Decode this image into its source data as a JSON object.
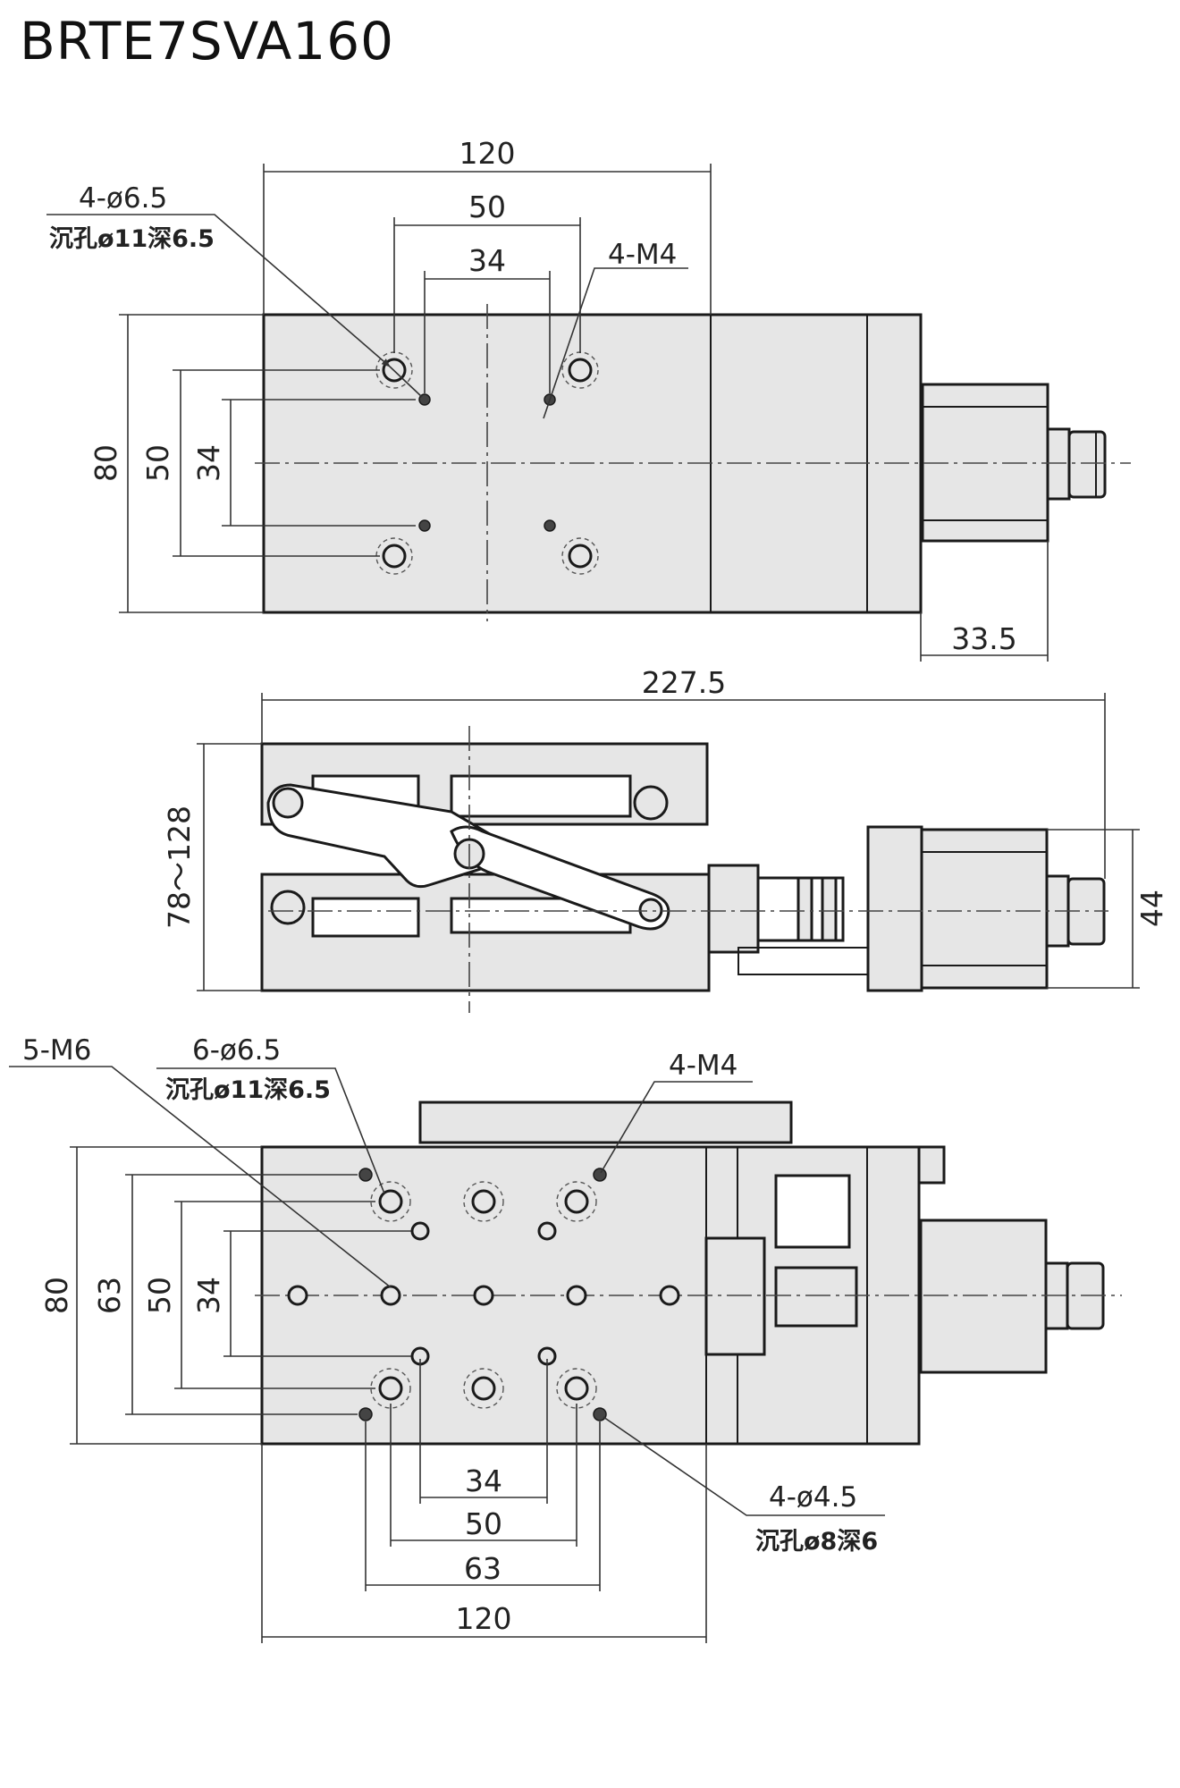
{
  "title": "BRTE7SVA160",
  "top_view": {
    "dims": {
      "width_120": "120",
      "width_50": "50",
      "width_34": "34",
      "height_80": "80",
      "height_50": "50",
      "height_34": "34",
      "knob_33_5": "33.5"
    },
    "callout_holes": {
      "main": "4-ø6.5",
      "sub": "沉孔ø11深6.5"
    },
    "callout_thread": "4-M4"
  },
  "side_view": {
    "dims": {
      "length_227_5": "227.5",
      "height_range": "78～128",
      "height_44": "44"
    }
  },
  "bottom_view": {
    "dims": {
      "width_34": "34",
      "width_50": "50",
      "width_63": "63",
      "width_120": "120",
      "height_80": "80",
      "height_63": "63",
      "height_50": "50",
      "height_34": "34"
    },
    "callout_m6": "5-M6",
    "callout_holes": {
      "main": "6-ø6.5",
      "sub": "沉孔ø11深6.5"
    },
    "callout_thread": "4-M4",
    "callout_small": {
      "main": "4-ø4.5",
      "sub": "沉孔ø8深6"
    }
  }
}
